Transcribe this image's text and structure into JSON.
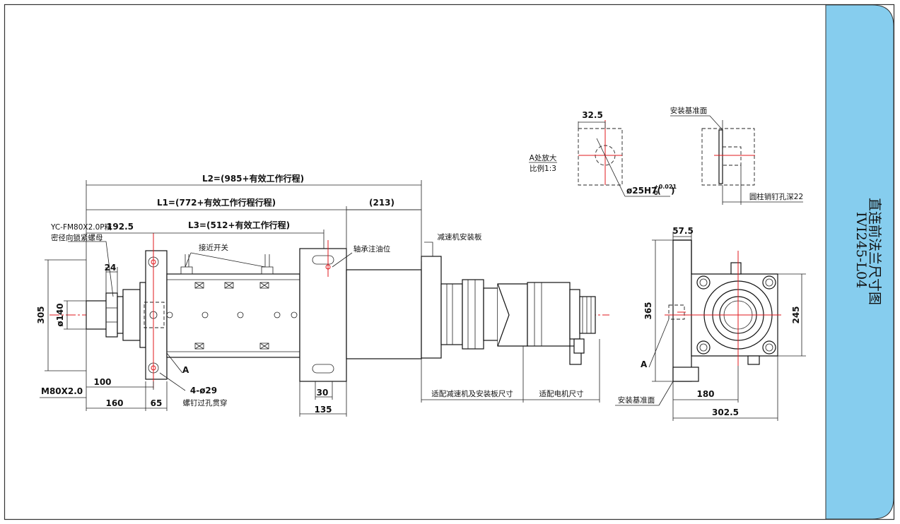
{
  "title_block": {
    "line1": "直连前法兰尺寸图",
    "line2": "IVI245-L04",
    "panel_color": "#86cdee"
  },
  "dimensions": {
    "l2": "L2=(985+有效工作行程)",
    "l1": "L1=(772+有效工作行程行程)",
    "l3": "L3=(512+有效工作行程)",
    "d213": "(213)",
    "d192": "192.5",
    "d24": "24",
    "d305": "305",
    "d140": "ø140",
    "m80": "M80X2.0",
    "d100": "100",
    "d160": "160",
    "d65": "65",
    "holes": "4-ø29",
    "d30": "30",
    "d135": "135",
    "d32": "32.5",
    "d57": "57.5",
    "d365": "365",
    "d245": "245",
    "d180": "180",
    "d302": "302.5",
    "bore": "ø25H7(",
    "tol_up": "+0.021",
    "tol_low": "0",
    "bore_close": ")"
  },
  "notes": {
    "nut1": "YC-FM80X2.0P精",
    "nut2": "密径向锁紧螺母",
    "switch": "接近开关",
    "grease": "轴承注油位",
    "reducer_plate": "减速机安装板",
    "bolt_holes": "螺钉过孔贯穿",
    "label_a": "A",
    "label_a2": "A",
    "reducer_fit": "适配减速机及安装板尺寸",
    "motor_fit": "适配电机尺寸",
    "ref_face": "安装基准面",
    "ref_face2": "安装基准面",
    "detail1": "A处放大",
    "detail2": "比例1:3",
    "pin_hole": "圆柱销钉孔深22"
  }
}
